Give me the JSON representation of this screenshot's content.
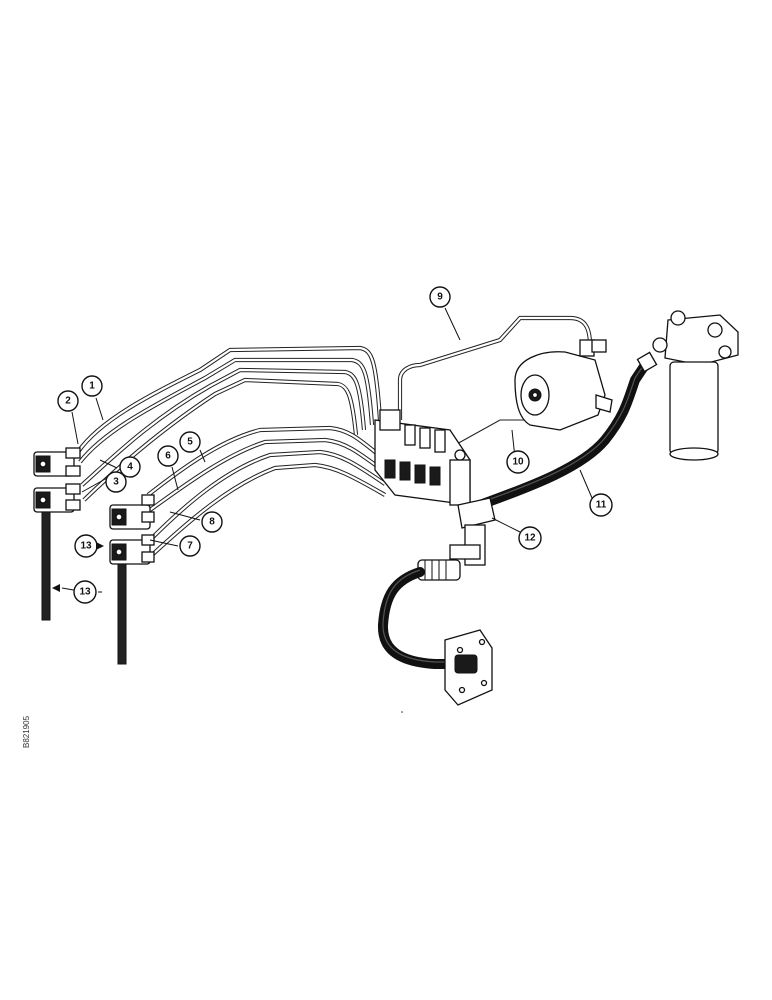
{
  "diagram": {
    "figure_code": "B821905",
    "callouts": [
      "1",
      "2",
      "3",
      "4",
      "5",
      "6",
      "7",
      "8",
      "9",
      "10",
      "11",
      "12",
      "13",
      "13"
    ]
  }
}
